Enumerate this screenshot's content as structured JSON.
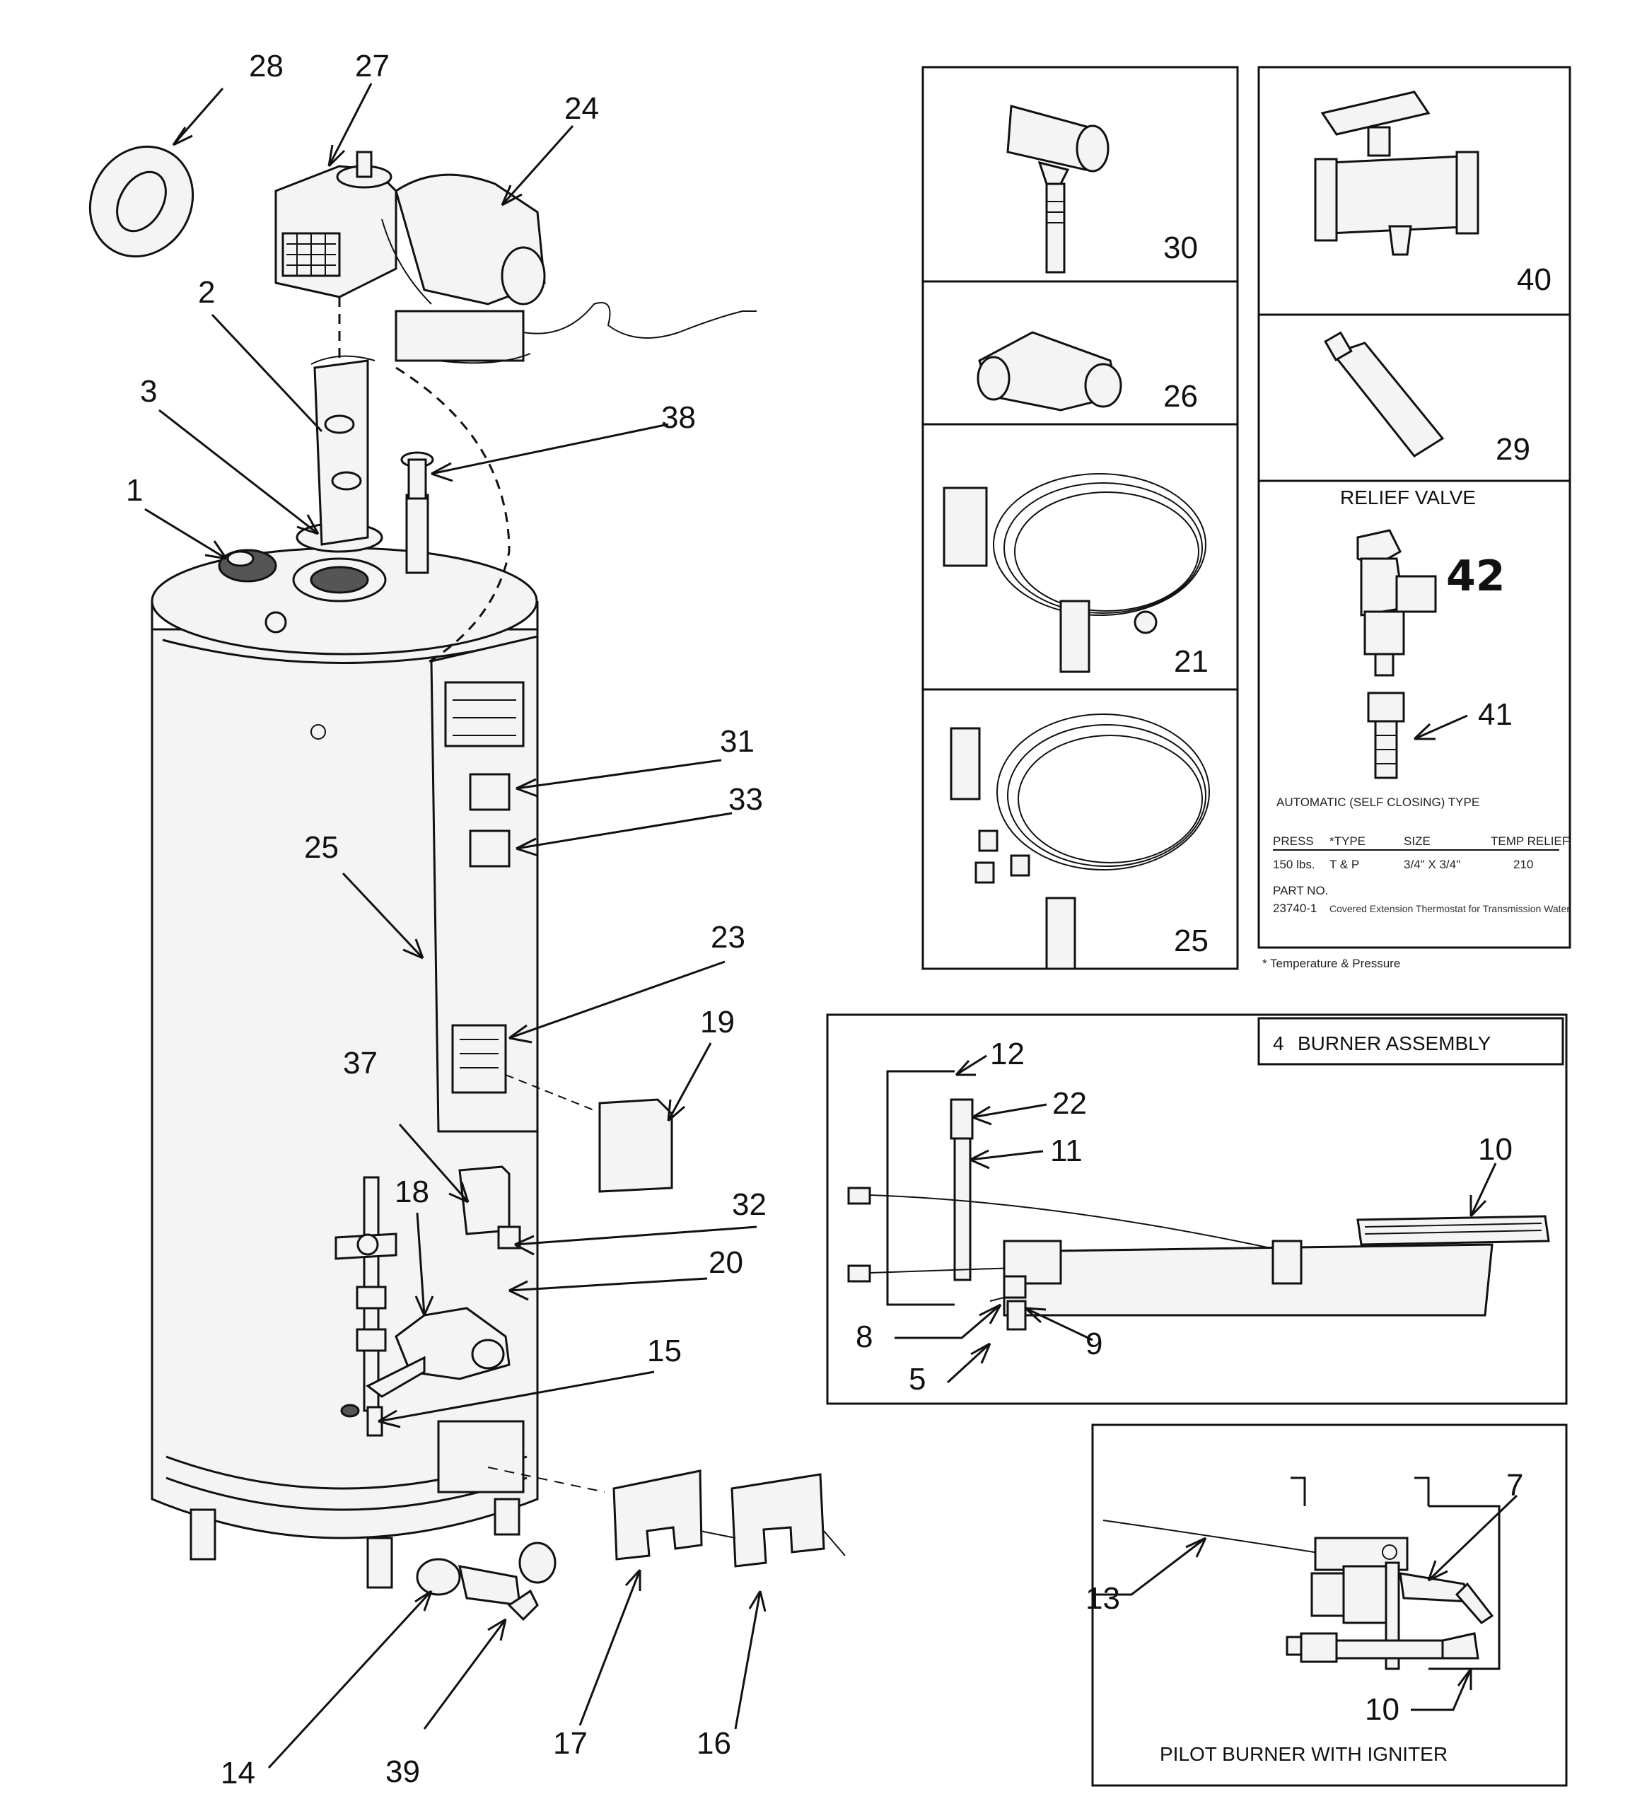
{
  "part_numbers": {
    "p1": "1",
    "p2": "2",
    "p3": "3",
    "p5": "5",
    "p7": "7",
    "p8": "8",
    "p9": "9",
    "p10a": "10",
    "p10b": "10",
    "p11": "11",
    "p12": "12",
    "p13": "13",
    "p14": "14",
    "p15": "15",
    "p16": "16",
    "p17": "17",
    "p18": "18",
    "p19": "19",
    "p20": "20",
    "p21": "21",
    "p22": "22",
    "p23": "23",
    "p24": "24",
    "p25a": "25",
    "p25b": "25",
    "p26": "26",
    "p27": "27",
    "p28": "28",
    "p29": "29",
    "p30": "30",
    "p31": "31",
    "p32": "32",
    "p33": "33",
    "p37": "37",
    "p38": "38",
    "p39": "39",
    "p40": "40",
    "p41": "41",
    "p42": "42"
  },
  "relief_valve": {
    "title": "RELIEF VALVE",
    "type_caption": "AUTOMATIC (SELF CLOSING) TYPE",
    "headers": [
      "PRESS",
      "*TYPE",
      "SIZE",
      "TEMP RELIEF"
    ],
    "row": [
      "150 lbs.",
      "T & P",
      "3/4\" X 3/4\"",
      "210"
    ],
    "part_no_label": "PART NO.",
    "part_no": "23740-1",
    "note": "Covered Extension Thermostat for Transmission Water",
    "footnote": "* Temperature & Pressure"
  },
  "burner_assembly": {
    "number": "4",
    "title": "BURNER ASSEMBLY"
  },
  "pilot_burner": {
    "title": "PILOT BURNER WITH IGNITER"
  }
}
